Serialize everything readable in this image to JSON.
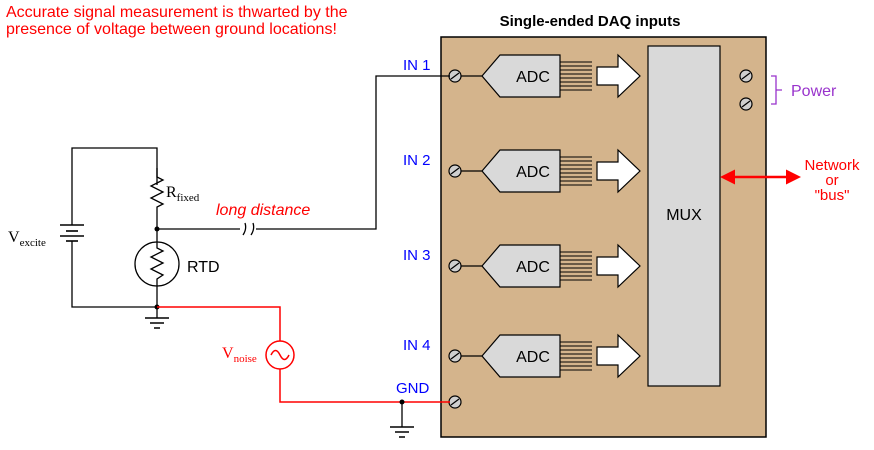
{
  "note": "Accurate signal measurement is thwarted by the presence of voltage between ground locations!",
  "daq": {
    "title": "Single-ended DAQ inputs",
    "inputs": [
      "IN 1",
      "IN 2",
      "IN 3",
      "IN 4"
    ],
    "adc_label": "ADC",
    "gnd_label": "GND",
    "mux_label": "MUX",
    "power_label": "Power",
    "network_label": [
      "Network",
      "or",
      "\"bus\""
    ]
  },
  "circuit": {
    "v_excite": {
      "main": "V",
      "sub": "excite"
    },
    "r_fixed": {
      "main": "R",
      "sub": "fixed"
    },
    "rtd_label": "RTD",
    "long_distance": "long distance",
    "v_noise": {
      "main": "V",
      "sub": "noise"
    }
  },
  "colors": {
    "enclosure_fill": "#d4b48c",
    "adc_fill": "#d9d9d9",
    "mux_fill": "#d9d9d9",
    "input_label": "#0000ff",
    "noise": "#ff0000",
    "power": "#9933cc",
    "network": "#ff0000",
    "wire": "#000000"
  }
}
